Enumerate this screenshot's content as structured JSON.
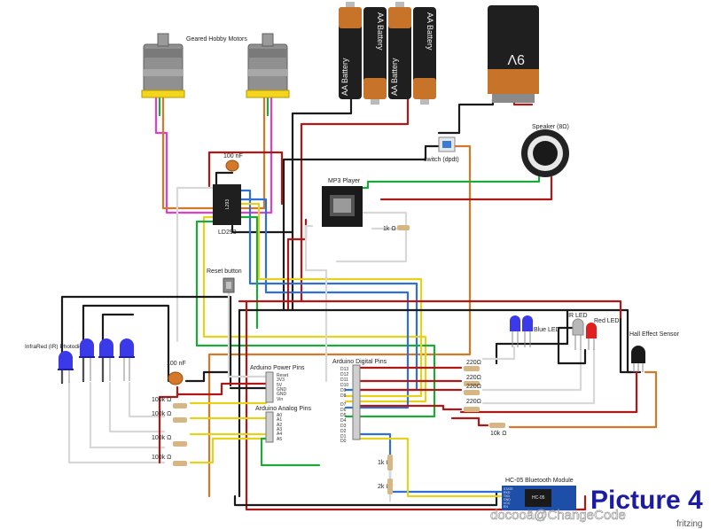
{
  "labels": {
    "motors": "Geared Hobby Motors",
    "battery1": "AA Battery",
    "battery2": "AA Battery",
    "battery3": "AA Battery",
    "battery4": "AA Battery",
    "battery9v": "9V",
    "switch": "switch (dpdt)",
    "speaker": "Speaker (8Ω)",
    "cap1": "100 nF",
    "ld293": "LD293",
    "ld293_chip": "L293",
    "mp3": "MP3 Player",
    "r1k_top": "1k Ω",
    "reset": "Reset button",
    "ir_photodiodes": "InfraRed (IR) Photodiodes",
    "blue_led": "Blue LED",
    "ir_led": "IR LED",
    "red_led": "Red LED",
    "hall": "Hall Effect Sensor",
    "cap2": "100 nF",
    "power_pins": "Arduino Power Pins",
    "analog_pins": "Arduino Analog Pins",
    "digital_pins": "Arduino Digital Pins",
    "r100k_1": "100k Ω",
    "r100k_2": "100k Ω",
    "r100k_3": "100k Ω",
    "r100k_4": "100k Ω",
    "r220_1": "220Ω",
    "r220_2": "220Ω",
    "r220_3": "220Ω",
    "r220_4": "220Ω",
    "r10k": "10k Ω",
    "r1k_bt": "1k Ω",
    "r2k": "2k Ω",
    "bt": "HC-05 Bluetooth Module",
    "bt_chip": "HC-05",
    "picture": "Picture 4",
    "watermark": "docooä@ChangeCode",
    "brand": "fritzing"
  },
  "pins": {
    "power": [
      "Reset",
      "3V3",
      "5V",
      "GND",
      "GND",
      "Vin"
    ],
    "analog": [
      "A0",
      "A1",
      "A2",
      "A3",
      "A4",
      "A5"
    ],
    "digital": [
      "D13",
      "D12",
      "D11",
      "D10",
      "D9",
      "D8",
      "D7",
      "D6",
      "D5",
      "D4",
      "D3",
      "D2",
      "D1",
      "D0"
    ],
    "bt": [
      "STATE",
      "RXD",
      "TXD",
      "GND",
      "VCC",
      "EN"
    ]
  },
  "colors": {
    "wire_black": "#1a1a1a",
    "wire_red": "#b01818",
    "wire_green": "#1fa83a",
    "wire_yellow": "#e6d21c",
    "wire_blue": "#2f6fd6",
    "wire_orange": "#d4782a",
    "wire_magenta": "#e040c8",
    "wire_white": "#d8d8d8",
    "title_blue": "#1b1ba6",
    "led_blue": "#3a3ae8",
    "led_red": "#e02020",
    "battery_copper": "#c8732a"
  }
}
